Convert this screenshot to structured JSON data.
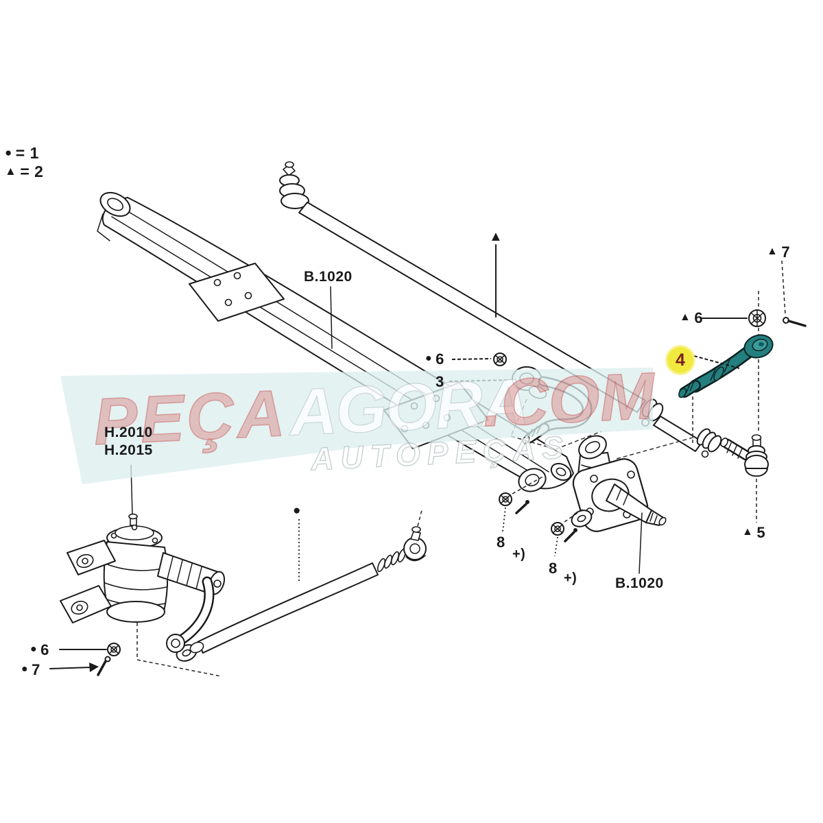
{
  "diagram": {
    "legend": {
      "marker_dot": "●",
      "eq1": "= 1",
      "marker_tri": "▲",
      "eq2": "= 2"
    },
    "refs": {
      "b1020_top": "B.1020",
      "b1020_bottom": "B.1020",
      "h2010": "H.2010",
      "h2015": "H.2015"
    },
    "parts": {
      "n3": "3",
      "n4": "4",
      "n5": "5",
      "n6": "6",
      "n7": "7",
      "n8": "8",
      "plus": "+)"
    },
    "markers": {
      "dot": "●",
      "triangle": "▲"
    },
    "watermark": {
      "w1": "PEÇA",
      "w2": "AGORA",
      "w3": ".COM",
      "w4": "AUTOPEÇAS"
    },
    "colors": {
      "part_highlight": "#247f7f",
      "badge": "#f2e93e",
      "line": "#1a1a1a",
      "callout_4_text": "#7a1f1f"
    }
  }
}
